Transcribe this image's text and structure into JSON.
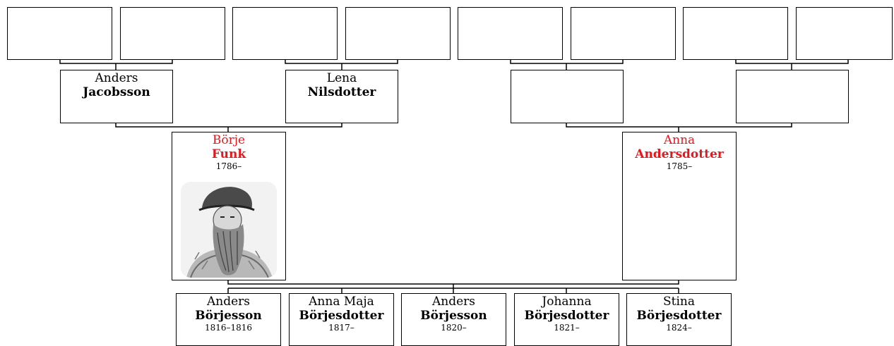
{
  "great_grandparents": [
    {
      "given": "",
      "surname": ""
    },
    {
      "given": "",
      "surname": ""
    },
    {
      "given": "",
      "surname": ""
    },
    {
      "given": "",
      "surname": ""
    },
    {
      "given": "",
      "surname": ""
    },
    {
      "given": "",
      "surname": ""
    },
    {
      "given": "",
      "surname": ""
    },
    {
      "given": "",
      "surname": ""
    }
  ],
  "grandparents": [
    {
      "given": "Anders",
      "surname": "Jacobsson"
    },
    {
      "given": "Lena",
      "surname": "Nilsdotter"
    },
    {
      "given": "",
      "surname": ""
    },
    {
      "given": "",
      "surname": ""
    }
  ],
  "parents": [
    {
      "given": "Börje",
      "surname": "Funk",
      "years": "1786–",
      "name_color": "#e8161b",
      "has_photo": true
    },
    {
      "given": "Anna",
      "surname": "Andersdotter",
      "years": "1785–",
      "name_color": "#e8161b",
      "has_photo": false
    }
  ],
  "children": [
    {
      "given": "Anders",
      "surname": "Börjesson",
      "years": "1816–1816"
    },
    {
      "given": "Anna Maja",
      "surname": "Börjesdotter",
      "years": "1817–"
    },
    {
      "given": "Anders",
      "surname": "Börjesson",
      "years": "1820–"
    },
    {
      "given": "Johanna",
      "surname": "Börjesdotter",
      "years": "1821–"
    },
    {
      "given": "Stina",
      "surname": "Börjesdotter",
      "years": "1824–"
    }
  ]
}
